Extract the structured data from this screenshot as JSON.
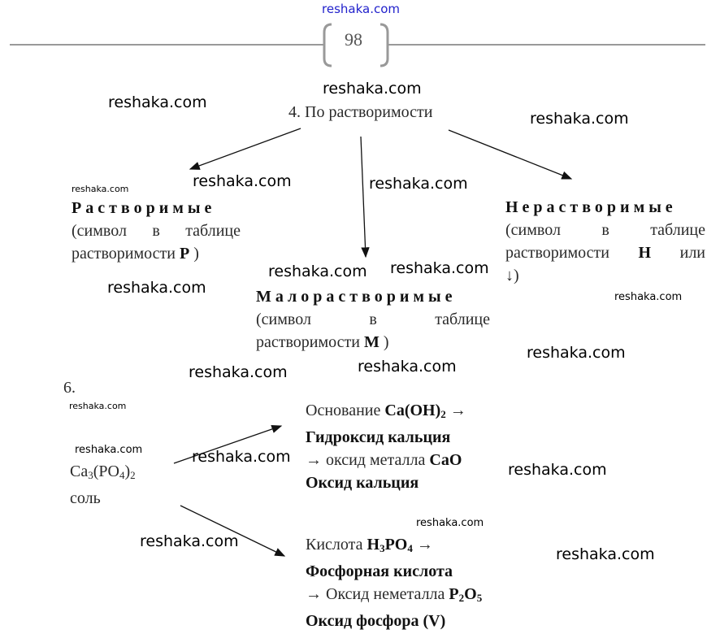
{
  "page_number": "98",
  "watermark": "reshaka.com",
  "section4": {
    "title": "4. По растворимости",
    "soluble": {
      "title": "Растворимые",
      "l1": "(символ в таблице",
      "l2a": "растворимости ",
      "sym": "Р",
      "l2b": " )"
    },
    "slightly": {
      "title": "Малорастворимые",
      "l1": "(символ в таблице",
      "l2a": "растворимости ",
      "sym": "М",
      "l2b": " )"
    },
    "insoluble": {
      "title": "Нерастворимые",
      "l1": "(символ в таблице",
      "l2a": "растворимости ",
      "sym": "Н",
      "l2c": " или",
      "l3": "↓)"
    }
  },
  "section6": {
    "number": "6.",
    "salt": {
      "formula_a": "Ca",
      "s1": "3",
      "formula_b": "(PO",
      "s2": "4",
      "formula_c": ")",
      "s3": "2",
      "label": "соль"
    },
    "base": {
      "l1a": "Основание ",
      "f1": "Ca(OH)",
      "f1s": "2",
      "arrow": " →",
      "l2": "Гидроксид кальция",
      "l3a": "→ оксид металла ",
      "f2": "CaO",
      "l4": "Оксид кальция"
    },
    "acid": {
      "l1a": "Кислота ",
      "f1a": "H",
      "f1s1": "3",
      "f1b": "PO",
      "f1s2": "4",
      "arrow": " →",
      "l2": "Фосфорная кислота",
      "l3a": "→ Оксид неметалла ",
      "f2a": "P",
      "f2s1": "2",
      "f2b": "O",
      "f2s2": "5",
      "l4": "Оксид фосфора (V)"
    }
  }
}
